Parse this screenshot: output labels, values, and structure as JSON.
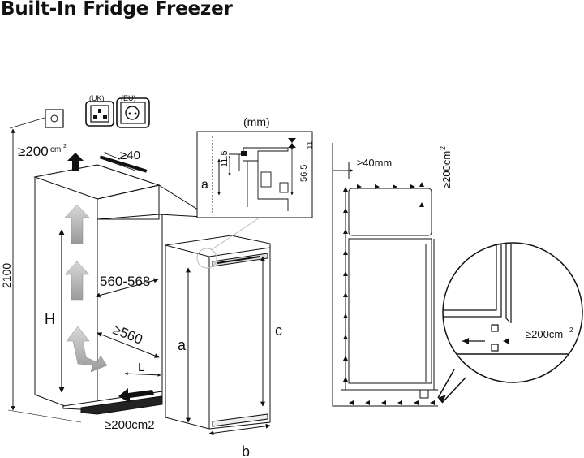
{
  "title": "Built-In Fridge Freezer",
  "socket_labels": {
    "uk": "(UK)",
    "eu": "(EU)"
  },
  "detail": {
    "unit": "(mm)",
    "dim_115": "11.5",
    "dim_565": "56.5",
    "dim_11": "11",
    "label_a": "a"
  },
  "cabinet": {
    "vent_top_value": "≥200",
    "vent_top_unit": "cm",
    "vent_top_sup": "2",
    "gap_top": "≥40",
    "height": "2100",
    "width_range": "560-568",
    "depth": "≥560",
    "label_H": "H",
    "label_L": "L",
    "vent_bottom": "≥200cm2"
  },
  "appliance": {
    "label_a": "a",
    "label_c": "c",
    "label_b": "b"
  },
  "side_view": {
    "gap": "≥40mm",
    "vent_value": "≥200cm",
    "vent_sup": "2",
    "zoom_vent_value": "≥200cm",
    "zoom_vent_sup": "2"
  }
}
